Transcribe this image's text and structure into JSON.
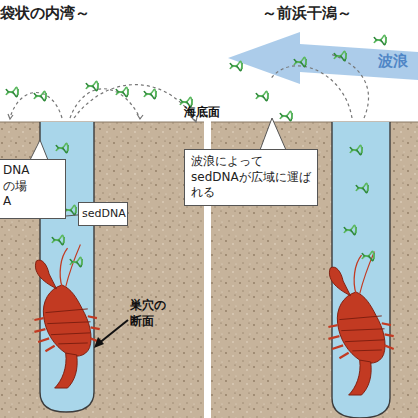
{
  "diagram": {
    "nodes": [
      {
        "text": [
          "DNA の場 A"
        ]
      },
      {
        "text": [
          "sedDNA"
        ]
      },
      {
        "text": [
          "波浪によって sedDNAが広域に運ばれる"
        ]
      }
    ],
    "labels": [
      "袋状の内湾～",
      "～前浜干潟～",
      "海底面",
      "巣穴の 断面",
      "波浪"
    ]
  }
}
